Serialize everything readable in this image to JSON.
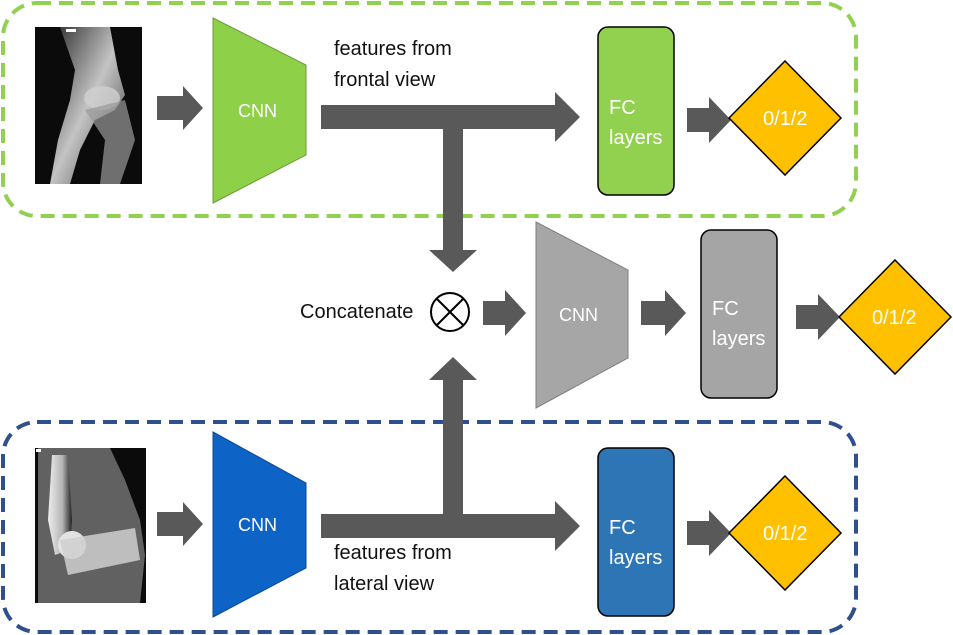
{
  "colors": {
    "green": "#8ed149",
    "green_dash": "#92d050",
    "blue": "#0d63c6",
    "blue_dash": "#2f4f8f",
    "blue_fc": "#2e75b6",
    "gray": "#a6a6a6",
    "gray_fc": "#a5a5a5",
    "arrow": "#595959",
    "gold": "#ffc000",
    "label_dark": "#111111"
  },
  "frontal": {
    "cnn_label": "CNN",
    "features_label": "features from\nfrontal view",
    "fc_label": "FC\nlayers",
    "output_label": "0/1/2"
  },
  "lateral": {
    "cnn_label": "CNN",
    "features_label": "features from\nlateral view",
    "fc_label": "FC\nlayers",
    "output_label": "0/1/2"
  },
  "fusion": {
    "concat_label": "Concatenate",
    "concat_symbol": "circle-times-icon",
    "cnn_label": "CNN",
    "fc_label": "FC\nlayers",
    "output_label": "0/1/2"
  }
}
